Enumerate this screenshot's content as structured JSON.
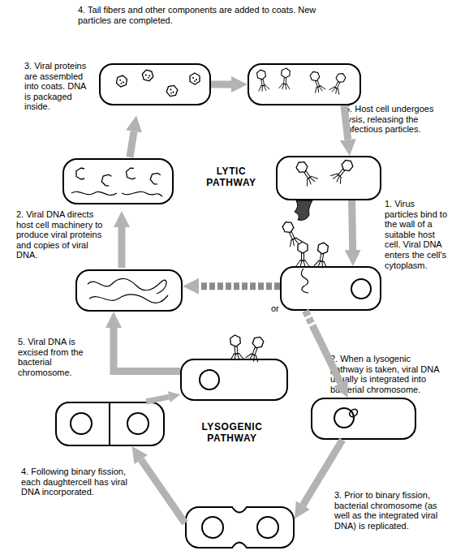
{
  "diagram": {
    "nodes": [
      {
        "text": [
          "3. Viral proteins are assembled into coats. DNA is packaged inside."
        ]
      },
      {
        "text": [
          "4. Tail fibers and other components are added to coats. New particles are completed."
        ]
      },
      {
        "text": [
          "5. Host cell undergoes lysis, releasing the infectious particles."
        ]
      },
      {
        "text": [
          "2. Viral DNA directs host cell machinery to produce viral proteins and copies of viral DNA."
        ]
      },
      {
        "text": [
          "1. Virus particles bind to the wall of a suitable host cell. Viral DNA enters the cell's cytoplasm."
        ]
      },
      {
        "text": [
          "5. Viral DNA is excised from the bacterial chromosome."
        ]
      },
      {
        "text": [
          "2. When a lysogenic pathway is taken, viral DNA usually is integrated into bacterial chromosome."
        ]
      },
      {
        "text": [
          "4. Following binary fission, each daughtercell has viral DNA incorporated."
        ]
      },
      {
        "text": [
          "3. Prior to binary fission, bacterial chromosome (as well as the integrated viral DNA) is replicated."
        ]
      }
    ],
    "edges": [
      {
        "from": 0,
        "to": 1,
        "arrow": "to"
      },
      {
        "from": 1,
        "to": 2,
        "arrow": "to"
      },
      {
        "from": 2,
        "to": 4,
        "arrow": "to"
      },
      {
        "from": 4,
        "to": 3,
        "arrow": "to"
      },
      {
        "from": 4,
        "to": 6,
        "arrow": "to"
      },
      {
        "from": 6,
        "to": 8,
        "arrow": "to"
      },
      {
        "from": 8,
        "to": 7,
        "arrow": "to"
      },
      {
        "from": 7,
        "to": 5,
        "arrow": "to"
      },
      {
        "from": 5,
        "to": 3,
        "arrow": "to"
      }
    ],
    "labels": [
      "LYTIC PATHWAY",
      "LYSOGENIC PATHWAY",
      "or"
    ]
  }
}
